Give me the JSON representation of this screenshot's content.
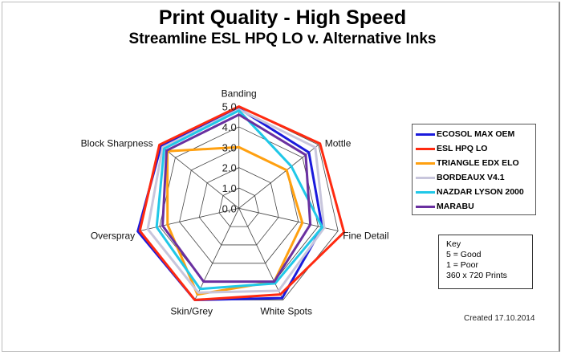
{
  "chart_data": {
    "type": "radar",
    "title": "Print Quality - High Speed",
    "subtitle": "Streamline ESL HPQ LO v. Alternative Inks",
    "categories": [
      "Banding",
      "Mottle",
      "Fine Detail",
      "White Spots",
      "Skin/Grey",
      "Overspray",
      "Block Sharpness"
    ],
    "rlim": [
      0,
      5
    ],
    "ticks": [
      "0.0",
      "1.0",
      "2.0",
      "3.0",
      "4.0",
      "5.0"
    ],
    "tick_values": [
      0,
      1,
      2,
      3,
      4,
      5
    ],
    "grid": true,
    "legend_position": "right",
    "series": [
      {
        "name": "ECOSOL MAX OEM",
        "color": "#1a1adc",
        "values": [
          4.9,
          4.4,
          4.2,
          4.9,
          5.0,
          5.1,
          4.9
        ]
      },
      {
        "name": "ESL HPQ LO",
        "color": "#ff2a10",
        "values": [
          5.0,
          5.1,
          5.3,
          4.7,
          5.0,
          5.0,
          5.0
        ]
      },
      {
        "name": "TRIANGLE EDX ELO",
        "color": "#ffa010",
        "values": [
          3.0,
          3.0,
          3.2,
          4.0,
          4.7,
          3.6,
          4.5
        ]
      },
      {
        "name": "BORDEAUX V4.1",
        "color": "#c8c6dc",
        "values": [
          4.85,
          4.8,
          4.3,
          4.5,
          4.6,
          4.6,
          4.8
        ]
      },
      {
        "name": "NAZDAR LYSON 2000",
        "color": "#20c8e8",
        "values": [
          4.8,
          3.3,
          4.2,
          4.1,
          4.4,
          4.15,
          4.7
        ]
      },
      {
        "name": "MARABU",
        "color": "#6a30a0",
        "values": [
          4.6,
          4.2,
          3.6,
          4.0,
          4.0,
          3.85,
          4.55
        ]
      }
    ]
  },
  "key": {
    "title": "Key",
    "line1": "5 = Good",
    "line2": "1 = Poor",
    "line3": "360 x 720 Prints"
  },
  "created": "Created   17.10.2014"
}
